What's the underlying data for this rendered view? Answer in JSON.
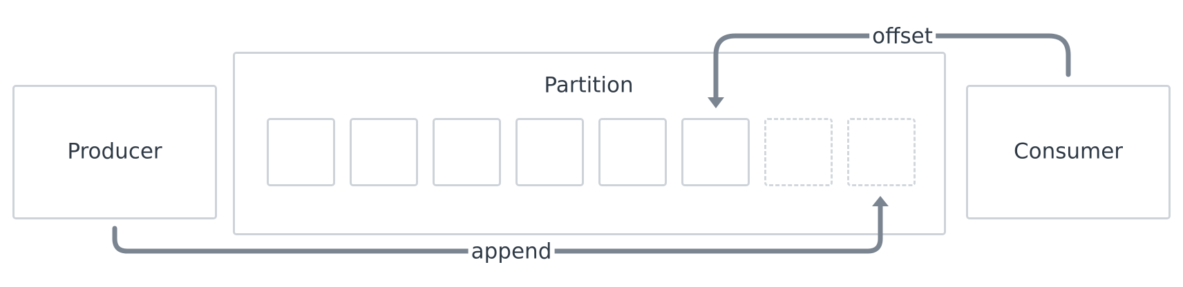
{
  "nodes": {
    "producer": "Producer",
    "partition": "Partition",
    "consumer": "Consumer"
  },
  "edges": {
    "append": "append",
    "offset": "offset"
  },
  "partition_slots": {
    "filled": 6,
    "empty": 2
  },
  "colors": {
    "box_border": "#cdd3d9",
    "arrow": "#7b8591",
    "text": "#2f3a46"
  }
}
